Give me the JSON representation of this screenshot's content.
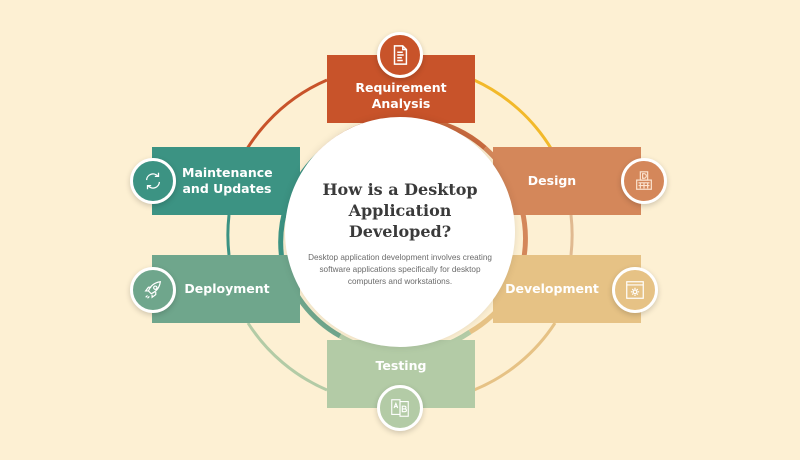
{
  "center": {
    "title": "How is a Desktop Application Developed?",
    "description": "Desktop application development involves creating software applications specifically for desktop computers and workstations."
  },
  "stages": [
    {
      "id": "requirement-analysis",
      "label": "Requirement Analysis",
      "icon": "document-icon",
      "color": "#c8532a"
    },
    {
      "id": "design",
      "label": "Design",
      "icon": "design-keyboard-icon",
      "color": "#d4875a"
    },
    {
      "id": "development",
      "label": "Development",
      "icon": "gear-window-icon",
      "color": "#e6c285"
    },
    {
      "id": "testing",
      "label": "Testing",
      "icon": "ab-test-icon",
      "color": "#b3cba6"
    },
    {
      "id": "deployment",
      "label": "Deployment",
      "icon": "rocket-icon",
      "color": "#6fa68c"
    },
    {
      "id": "maintenance",
      "label": "Maintenance and Updates",
      "icon": "refresh-icon",
      "color": "#3c9383"
    }
  ],
  "colors": {
    "background": "#fdf0d3",
    "ring_top_right": "#f2b92a",
    "ring_right": "#e6c285",
    "ring_bottom": "#b3cba6",
    "ring_left": "#3c9383",
    "ring_top_left": "#c8532a"
  }
}
